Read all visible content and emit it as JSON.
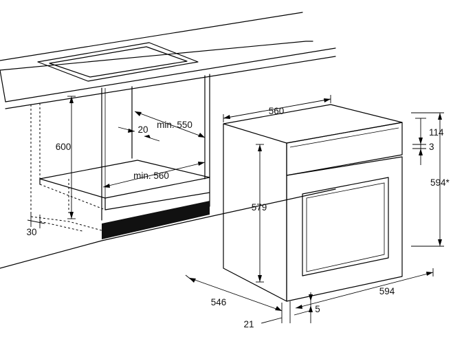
{
  "dimensions": {
    "cabinet_height": "600",
    "cabinet_min_depth": "min. 550",
    "cabinet_gap": "20",
    "cabinet_min_width": "min. 560",
    "cabinet_plinth_offset": "30",
    "oven_width_top": "560",
    "oven_top_offset": "114",
    "oven_panel_gap": "3",
    "oven_height_full": "594*",
    "oven_body_height": "579",
    "oven_depth": "546",
    "oven_front_width": "594",
    "oven_door_depth": "21",
    "oven_bottom_offset": "5"
  },
  "colors": {
    "line": "#000000",
    "plinth_fill": "#111111",
    "background": "#ffffff"
  }
}
